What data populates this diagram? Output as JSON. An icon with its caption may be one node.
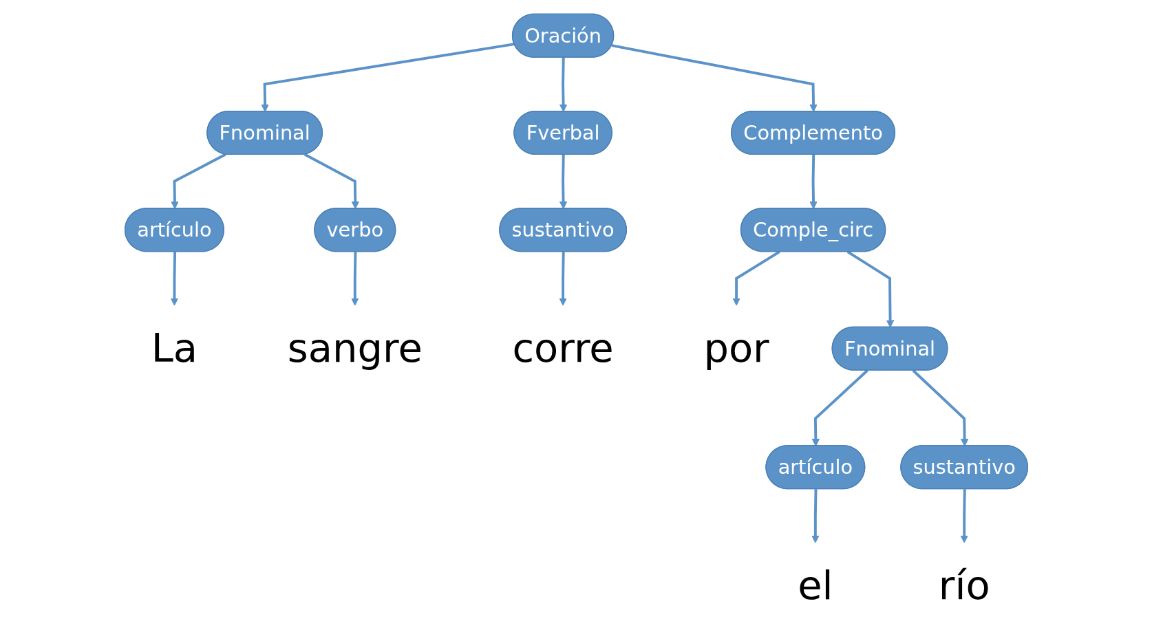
{
  "diagram": {
    "nodes": [
      {
        "text": [
          "Oración"
        ]
      },
      {
        "text": [
          "Fnominal"
        ]
      },
      {
        "text": [
          "Fverbal"
        ]
      },
      {
        "text": [
          "Complemento"
        ]
      },
      {
        "text": [
          "artículo"
        ]
      },
      {
        "text": [
          "verbo"
        ]
      },
      {
        "text": [
          "sustantivo"
        ]
      },
      {
        "text": [
          "Comple_circ"
        ]
      },
      {
        "text": [
          "Fnominal"
        ]
      },
      {
        "text": [
          "artículo"
        ]
      },
      {
        "text": [
          "sustantivo"
        ]
      },
      {
        "text": [
          "La"
        ]
      },
      {
        "text": [
          "sangre"
        ]
      },
      {
        "text": [
          "corre"
        ]
      },
      {
        "text": [
          "por"
        ]
      },
      {
        "text": [
          "el"
        ]
      },
      {
        "text": [
          "río"
        ]
      }
    ],
    "edges": [
      {
        "from": 0,
        "to": 1,
        "arrow": "to"
      },
      {
        "from": 0,
        "to": 2,
        "arrow": "to"
      },
      {
        "from": 0,
        "to": 3,
        "arrow": "to"
      },
      {
        "from": 1,
        "to": 4,
        "arrow": "to"
      },
      {
        "from": 1,
        "to": 5,
        "arrow": "to"
      },
      {
        "from": 2,
        "to": 6,
        "arrow": "to"
      },
      {
        "from": 3,
        "to": 7,
        "arrow": "to"
      },
      {
        "from": 7,
        "to": 14,
        "arrow": "to"
      },
      {
        "from": 7,
        "to": 8,
        "arrow": "to"
      },
      {
        "from": 8,
        "to": 9,
        "arrow": "to"
      },
      {
        "from": 8,
        "to": 10,
        "arrow": "to"
      },
      {
        "from": 4,
        "to": 11,
        "arrow": "to"
      },
      {
        "from": 5,
        "to": 12,
        "arrow": "to"
      },
      {
        "from": 6,
        "to": 13,
        "arrow": "to"
      },
      {
        "from": 9,
        "to": 15,
        "arrow": "to"
      },
      {
        "from": 10,
        "to": 16,
        "arrow": "to"
      }
    ]
  }
}
